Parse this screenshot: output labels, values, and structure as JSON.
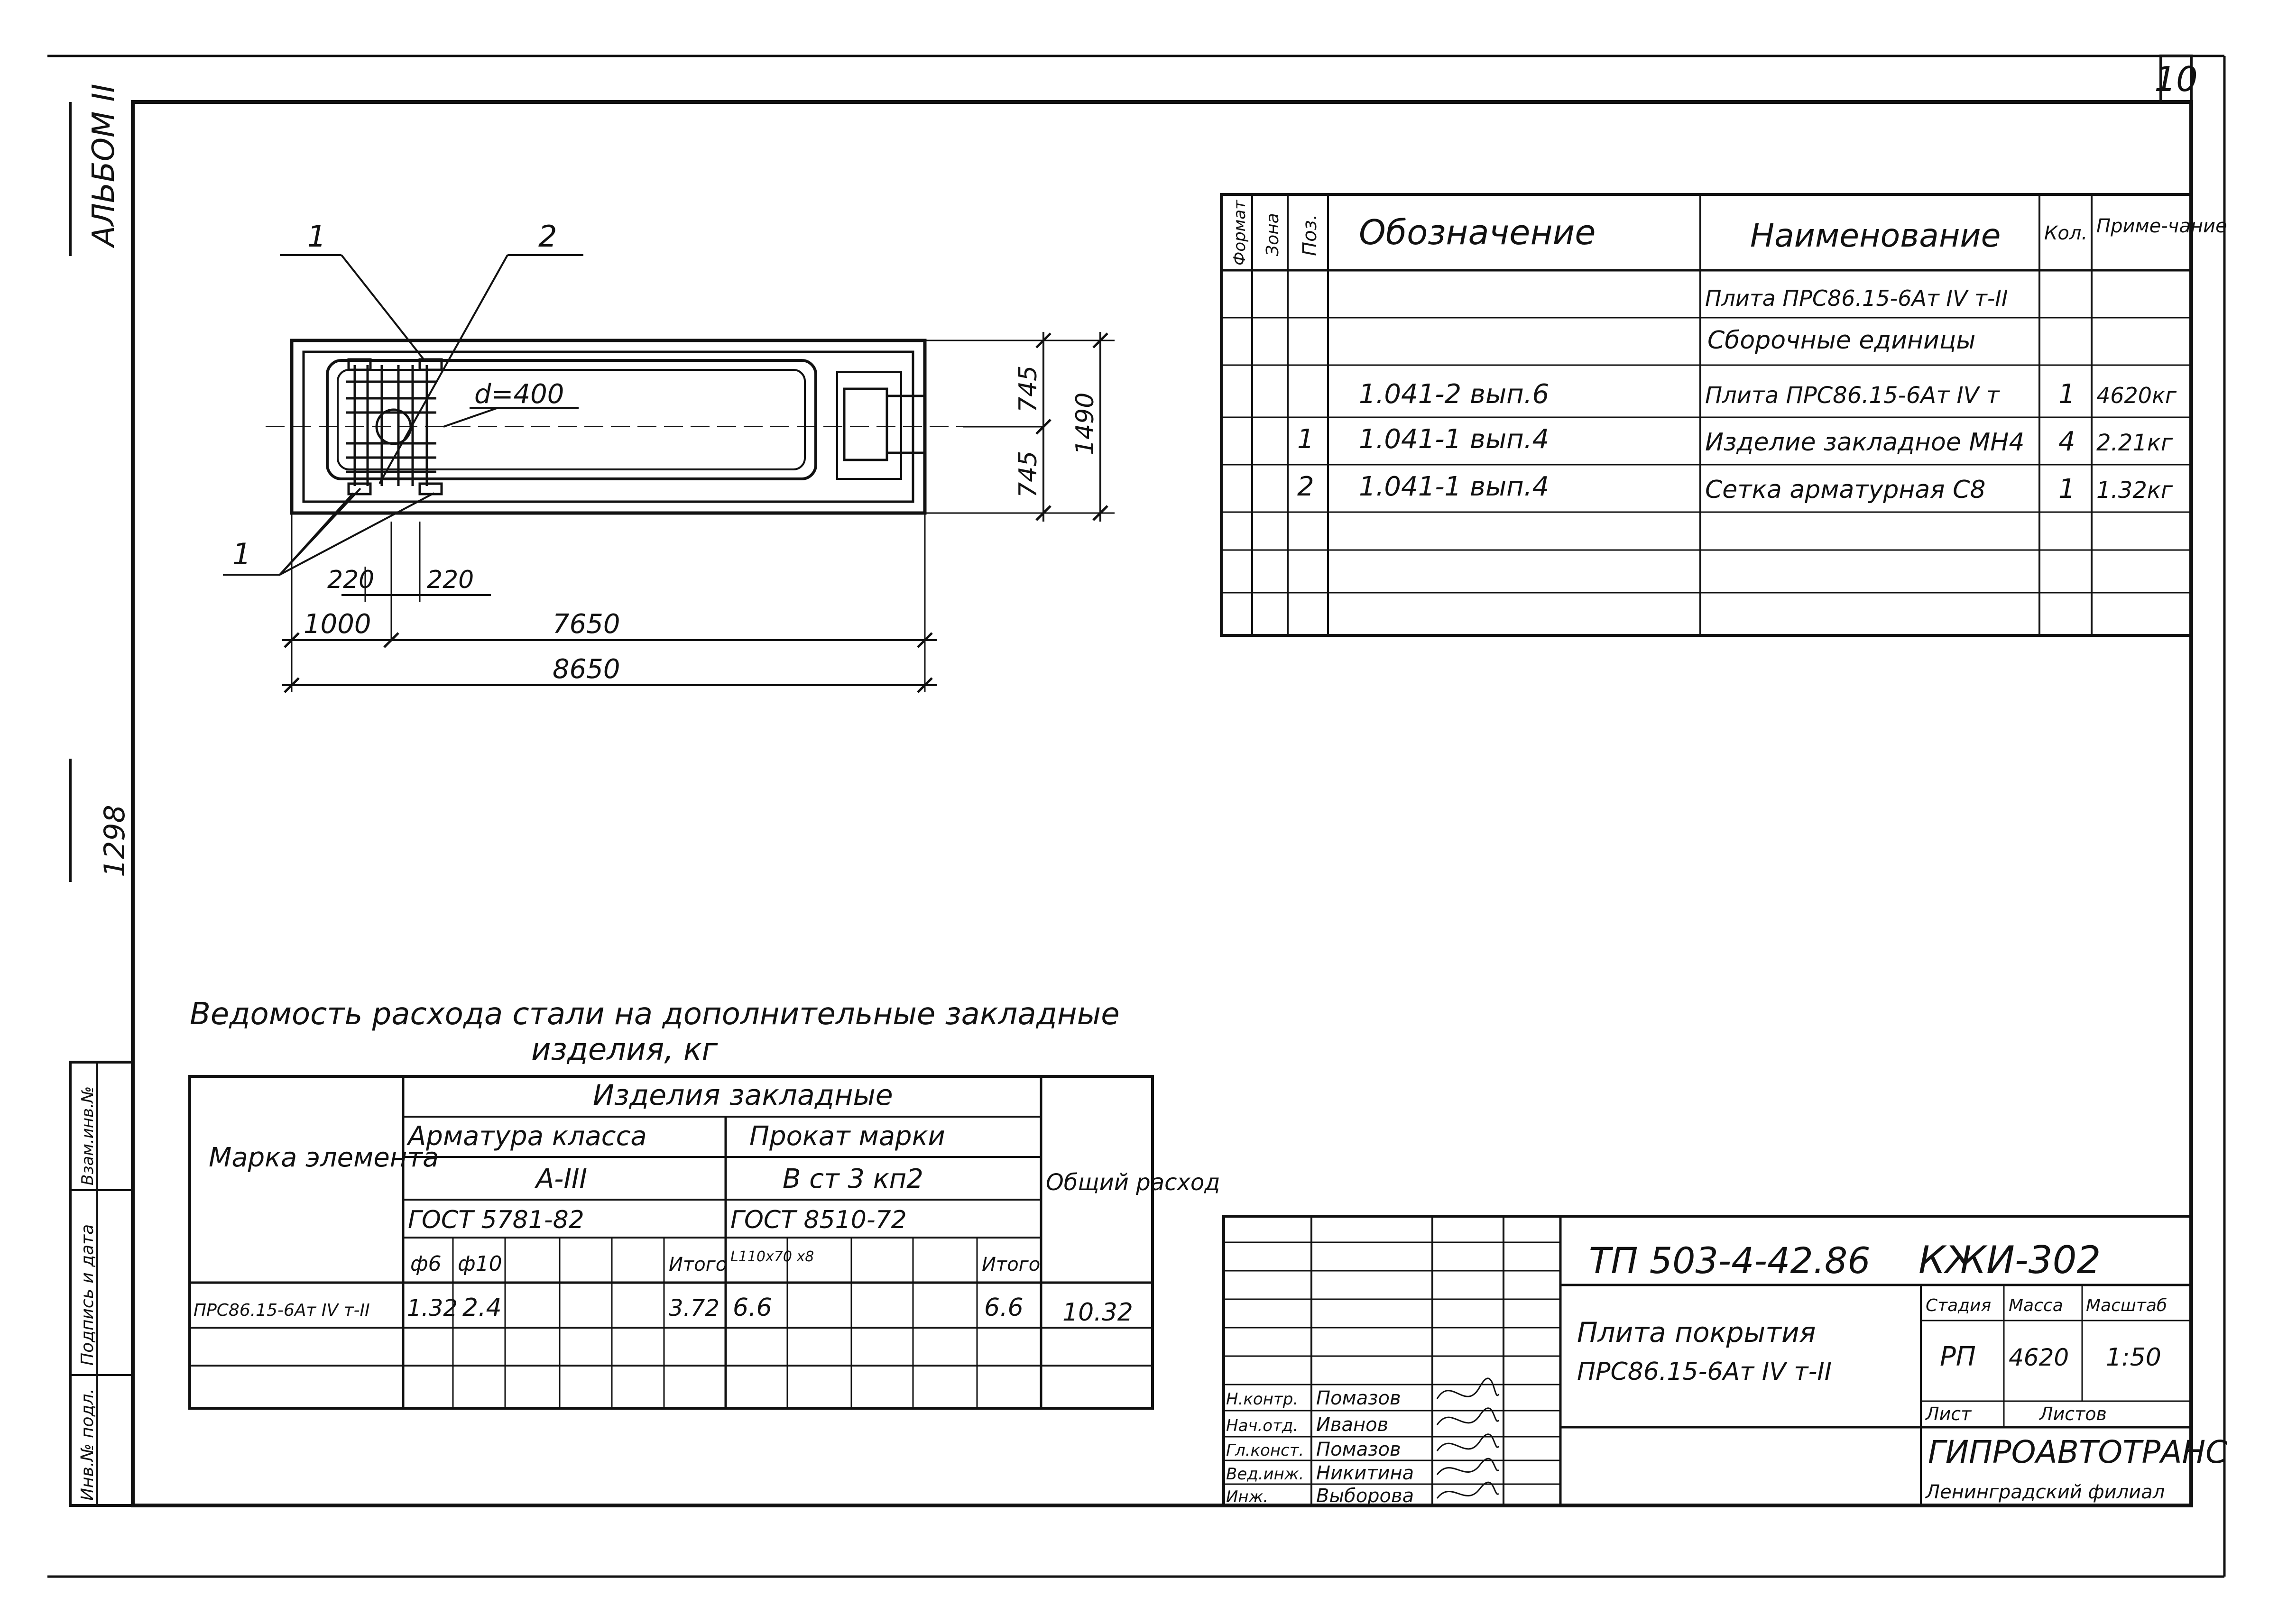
{
  "sheet": {
    "number": "10",
    "album": "АЛЬБОМ II",
    "inventory_number": "1298",
    "stamp_labels": [
      "Инв.№ подл.",
      "Подпись и дата",
      "Взам.инв.№"
    ]
  },
  "drawing": {
    "callout_1": "1",
    "callout_2": "2",
    "callout_1b": "1",
    "hole_label": "d=400",
    "dim_220_left": "220",
    "dim_220_right": "220",
    "dim_1000": "1000",
    "dim_7650": "7650",
    "dim_8650": "8650",
    "dim_745_top": "745",
    "dim_745_bottom": "745",
    "dim_1490": "1490"
  },
  "spec_table": {
    "headers": {
      "format": "Формат",
      "zone": "Зона",
      "pos": "Поз.",
      "designation": "Обозначение",
      "name": "Наименование",
      "qty": "Кол.",
      "note": "Приме-чание"
    },
    "rows": [
      {
        "pos": "",
        "designation": "",
        "name": "Плита ПРС86.15-6Ат IV т-II",
        "qty": "",
        "note": ""
      },
      {
        "pos": "",
        "designation": "",
        "name": "Сборочные единицы",
        "qty": "",
        "note": ""
      },
      {
        "pos": "",
        "designation": "1.041-2 вып.6",
        "name": "Плита ПРС86.15-6Ат IV т",
        "qty": "1",
        "note": "4620кг"
      },
      {
        "pos": "1",
        "designation": "1.041-1 вып.4",
        "name": "Изделие закладное МН4",
        "qty": "4",
        "note": "2.21кг"
      },
      {
        "pos": "2",
        "designation": "1.041-1 вып.4",
        "name": "Сетка арматурная С8",
        "qty": "1",
        "note": "1.32кг"
      }
    ]
  },
  "steel_table": {
    "title_line1": "Ведомость расхода стали на дополнительные закладные",
    "title_line2": "изделия, кг",
    "mark_header": "Марка элемента",
    "embedded_header": "Изделия закладные",
    "rebar_header": "Арматура класса",
    "rebar_class": "A-III",
    "rebar_gost": "ГОСТ 5781-82",
    "rolled_header": "Прокат марки",
    "rolled_grade": "В ст 3 кп2",
    "rolled_gost": "ГОСТ 8510-72",
    "total_header": "Общий расход",
    "col_d6": "ф6",
    "col_d10": "ф10",
    "col_total_rebar": "Итого",
    "col_angle": "L110х70 х8",
    "col_total_rolled": "Итого",
    "row": {
      "mark": "ПРС86.15-6Ат IV т-II",
      "d6": "1.32",
      "d10": "2.4",
      "total_rebar": "3.72",
      "angle": "6.6",
      "total_rolled": "6.6",
      "total": "10.32"
    }
  },
  "title_block": {
    "doc_code": "ТП 503-4-42.86",
    "sheet_code": "КЖИ-302",
    "title_line1": "Плита покрытия",
    "title_line2": "ПРС86.15-6Ат IV т-II",
    "stage_label": "Стадия",
    "mass_label": "Масса",
    "scale_label": "Масштаб",
    "stage": "РП",
    "mass": "4620",
    "scale": "1:50",
    "sheet_label": "Лист",
    "sheets_label": "Листов",
    "organization": "ГИПРОАВТОТРАНС",
    "branch": "Ленинградский филиал",
    "signatures": [
      {
        "role": "Н.контр.",
        "name": "Помазов"
      },
      {
        "role": "Нач.отд.",
        "name": "Иванов"
      },
      {
        "role": "Гл.конст.",
        "name": "Помазов"
      },
      {
        "role": "Вед.инж.",
        "name": "Никитина"
      },
      {
        "role": "Инж.",
        "name": "Выборова"
      }
    ]
  }
}
